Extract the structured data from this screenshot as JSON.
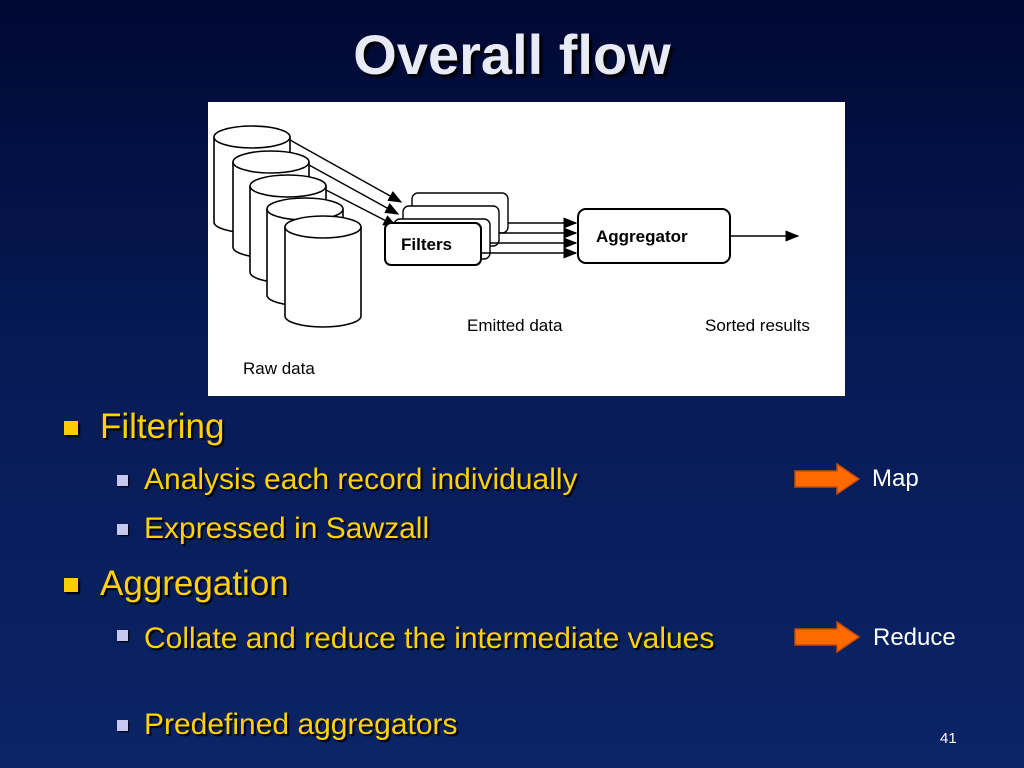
{
  "slide": {
    "title": "Overall flow",
    "page_number": "41"
  },
  "figure": {
    "filters_label": "Filters",
    "aggregator_label": "Aggregator",
    "raw_data_label": "Raw data",
    "emitted_data_label": "Emitted data",
    "sorted_results_label": "Sorted results"
  },
  "bullets": [
    {
      "text": "Filtering",
      "children": [
        "Analysis each record individually",
        "Expressed in Sawzall"
      ]
    },
    {
      "text": "Aggregation",
      "children": [
        "Collate and reduce the intermediate values",
        "Predefined aggregators"
      ]
    }
  ],
  "annotations": {
    "map_label": "Map",
    "reduce_label": "Reduce",
    "arrow_color": "#ff6a00"
  }
}
